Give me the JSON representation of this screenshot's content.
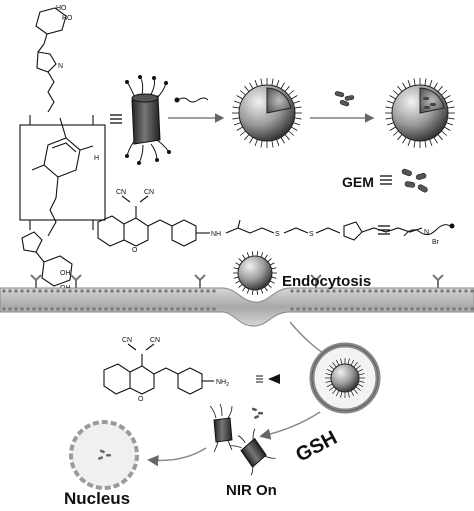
{
  "labels": {
    "gem": "GEM",
    "endocytosis": "Endocytosis",
    "gsh": "GSH",
    "nir_on": "NIR On",
    "nucleus": "Nucleus"
  },
  "chem": {
    "ho1": "HO",
    "ho2": "HO",
    "oh1": "OH",
    "oh2": "OH",
    "n_triazole": "N",
    "cn1": "CN",
    "cn2": "CN",
    "nh": "NH",
    "o_chromene": "O",
    "s1": "S",
    "s2": "S",
    "n_plus": "N",
    "br": "Br",
    "nh2": "NH",
    "nh2_sub": "2",
    "h_label": "H",
    "cn3": "CN",
    "cn4": "CN",
    "o_chromene2": "O"
  },
  "colors": {
    "sphere_dark": "#3a3a3a",
    "sphere_light": "#dcdcdc",
    "membrane": "#bdbdbd",
    "arrow": "#888888"
  }
}
